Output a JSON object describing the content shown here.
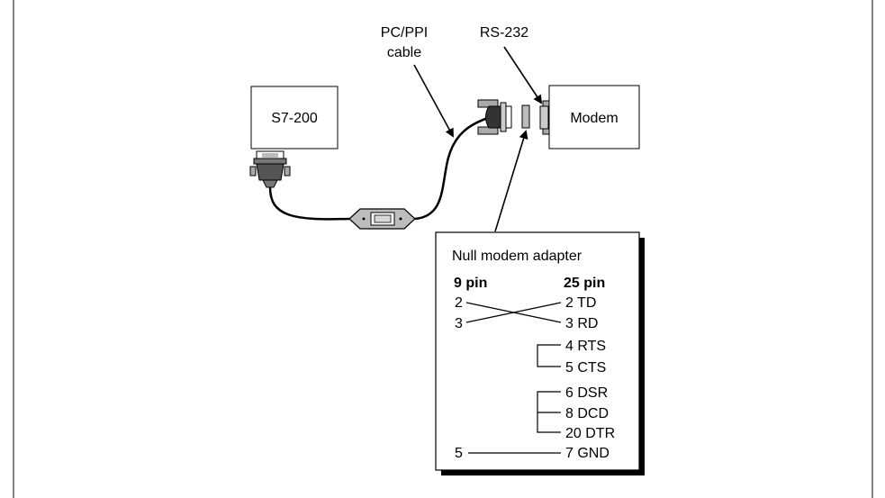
{
  "devices": {
    "plc_label": "S7-200",
    "modem_label": "Modem"
  },
  "callouts": {
    "cable_line1": "PC/PPI",
    "cable_line2": "cable",
    "rs232": "RS-232"
  },
  "adapter": {
    "title": "Null modem adapter",
    "col_left_header": "9 pin",
    "col_right_header": "25 pin",
    "left_pins": [
      "2",
      "3",
      "5"
    ],
    "right_pins": [
      "2 TD",
      "3 RD",
      "4 RTS",
      "5 CTS",
      "6 DSR",
      "8 DCD",
      "20 DTR",
      "7 GND"
    ]
  }
}
